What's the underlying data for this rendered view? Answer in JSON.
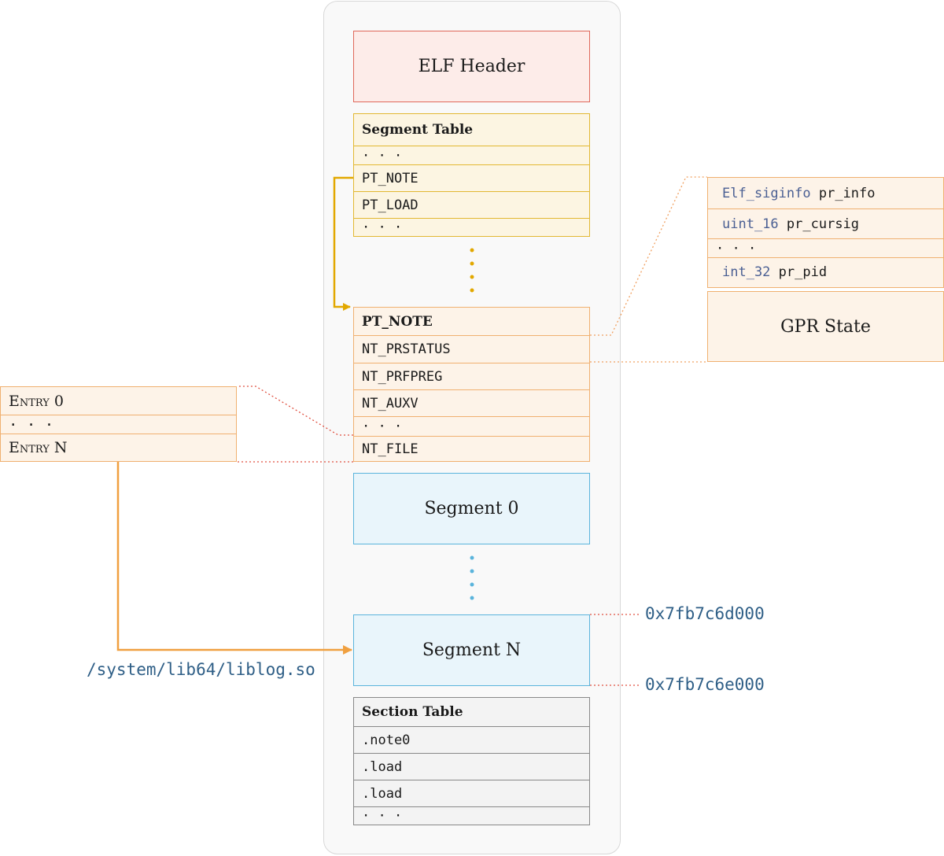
{
  "elf_header": "ELF Header",
  "segment_table": {
    "title": "Segment Table",
    "rows": [
      "· · ·",
      "PT_NOTE",
      "PT_LOAD",
      "· · ·"
    ]
  },
  "pt_note": {
    "title": "PT_NOTE",
    "rows": [
      "NT_PRSTATUS",
      "NT_PRFPREG",
      "NT_AUXV",
      "· · ·",
      "NT_FILE"
    ]
  },
  "pr_status": {
    "rows": [
      {
        "type": "Elf_siginfo",
        "field": "pr_info"
      },
      {
        "type": "uint_16",
        "field": "pr_cursig"
      },
      {
        "type": "",
        "field": "· · ·"
      },
      {
        "type": "int_32",
        "field": "pr_pid"
      }
    ],
    "gpr_state": "GPR State"
  },
  "file_entries": {
    "rows": [
      "Entry 0",
      "· · ·",
      "Entry N"
    ]
  },
  "segment_0": "Segment 0",
  "segment_n": "Segment N",
  "segment_n_start": "0x7fb7c6d000",
  "segment_n_end": "0x7fb7c6e000",
  "file_path": "/system/lib64/liblog.so",
  "section_table": {
    "title": "Section Table",
    "rows": [
      ".note0",
      ".load",
      ".load",
      "· · ·"
    ]
  },
  "colors": {
    "elf": "#e0685a",
    "segment_table": "#e2b832",
    "pt_note": "#f0b070",
    "segment": "#5ab4dc",
    "section_table": "#888888",
    "address_text": "#2e5e86",
    "type_text": "#4a5f93"
  }
}
